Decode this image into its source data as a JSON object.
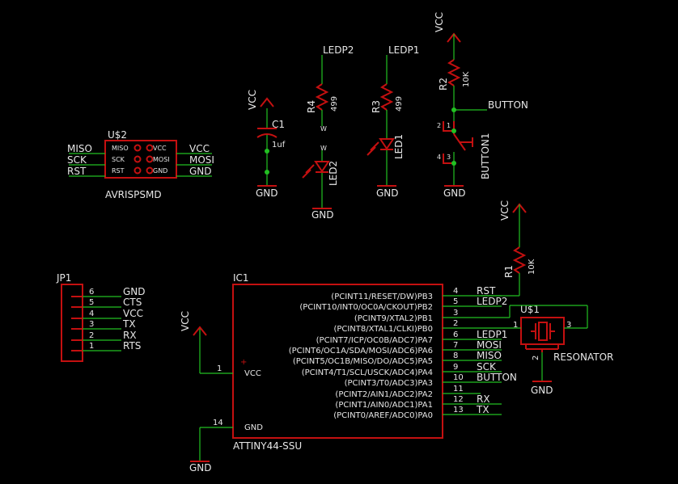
{
  "colors": {
    "background": "#000000",
    "wire": "#22c022",
    "symbol": "#c41010",
    "text": "#e6e6e6"
  },
  "power": {
    "vcc": "VCC",
    "gnd": "GND"
  },
  "pinmarks": {
    "w": "W"
  },
  "avrisp": {
    "ref": "U$2",
    "value": "AVRISPSMD",
    "pins_left": [
      "MISO",
      "SCK",
      "RST"
    ],
    "pins_right": [
      "VCC",
      "MOSI",
      "GND"
    ],
    "nets_left": [
      "MISO",
      "SCK",
      "RST"
    ],
    "nets_right": [
      "VCC",
      "MOSI",
      "GND"
    ]
  },
  "c1": {
    "ref": "C1",
    "value": "1uf"
  },
  "r4": {
    "ref": "R4",
    "value": "499",
    "net": "LEDP2"
  },
  "led2": {
    "ref": "LED2"
  },
  "r3": {
    "ref": "R3",
    "value": "499",
    "net": "LEDP1"
  },
  "led1": {
    "ref": "LED1"
  },
  "r2": {
    "ref": "R2",
    "value": "10K",
    "net": "BUTTON"
  },
  "button1": {
    "ref": "BUTTON1",
    "pins": [
      "2",
      "1",
      "4",
      "3"
    ]
  },
  "r1": {
    "ref": "R1",
    "value": "10K"
  },
  "jp1": {
    "ref": "JP1",
    "pins": [
      "6",
      "5",
      "4",
      "3",
      "2",
      "1"
    ],
    "nets": [
      "GND",
      "CTS",
      "VCC",
      "TX",
      "RX",
      "RTS"
    ]
  },
  "ic1": {
    "ref": "IC1",
    "value": "ATTINY44-SSU",
    "plus": "+",
    "left_pins": [
      {
        "num": "1",
        "name": "VCC"
      },
      {
        "num": "14",
        "name": "GND"
      }
    ],
    "right_pins": [
      {
        "num": "4",
        "name": "(PCINT11/RESET/DW)PB3",
        "net": "RST"
      },
      {
        "num": "5",
        "name": "(PCINT10/INT0/OC0A/CKOUT)PB2",
        "net": "LEDP2"
      },
      {
        "num": "3",
        "name": "(PCINT9/XTAL2)PB1",
        "net": ""
      },
      {
        "num": "2",
        "name": "(PCINT8/XTAL1/CLKI)PB0",
        "net": ""
      },
      {
        "num": "6",
        "name": "(PCINT7/ICP/OC0B/ADC7)PA7",
        "net": "LEDP1"
      },
      {
        "num": "7",
        "name": "(PCINT6/OC1A/SDA/MOSI/ADC6)PA6",
        "net": "MOSI"
      },
      {
        "num": "8",
        "name": "(PCINT5/OC1B/MISO/DO/ADC5)PA5",
        "net": "MISO"
      },
      {
        "num": "9",
        "name": "(PCINT4/T1/SCL/USCK/ADC4)PA4",
        "net": "SCK"
      },
      {
        "num": "10",
        "name": "(PCINT3/T0/ADC3)PA3",
        "net": "BUTTON"
      },
      {
        "num": "11",
        "name": "(PCINT2/AIN1/ADC2)PA2",
        "net": ""
      },
      {
        "num": "12",
        "name": "(PCINT1/AIN0/ADC1)PA1",
        "net": "RX"
      },
      {
        "num": "13",
        "name": "(PCINT0/AREF/ADC0)PA0",
        "net": "TX"
      }
    ]
  },
  "resonator": {
    "ref": "U$1",
    "value": "RESONATOR",
    "pins": [
      "1",
      "3",
      "2"
    ]
  }
}
